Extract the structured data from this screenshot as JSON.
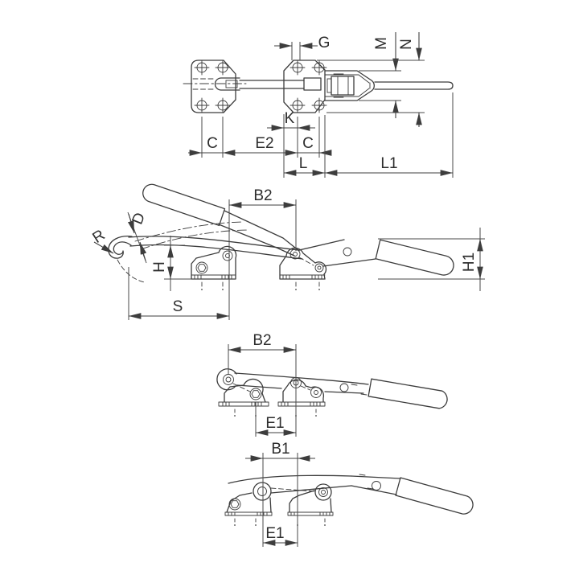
{
  "drawing": {
    "type": "technical-dimension-drawing",
    "subject": "latch-type toggle clamp, four projection views",
    "colors": {
      "background": "#ffffff",
      "line": "#3c3c3c",
      "text": "#2d2d2d"
    },
    "views": {
      "plan": {
        "labels": {
          "g": "G",
          "m": "M",
          "n": "N",
          "k": "K",
          "c_left": "C",
          "e2": "E2",
          "c_right": "C",
          "l": "L",
          "l1": "L1"
        }
      },
      "side_open": {
        "labels": {
          "b2": "B2",
          "d": "D",
          "r": "R",
          "h": "H",
          "s": "S",
          "h1": "H1"
        }
      },
      "side_closed": {
        "labels": {
          "b2": "B2",
          "e1": "E1"
        }
      },
      "side_closed_alt": {
        "labels": {
          "b1": "B1",
          "e1": "E1"
        }
      }
    }
  }
}
